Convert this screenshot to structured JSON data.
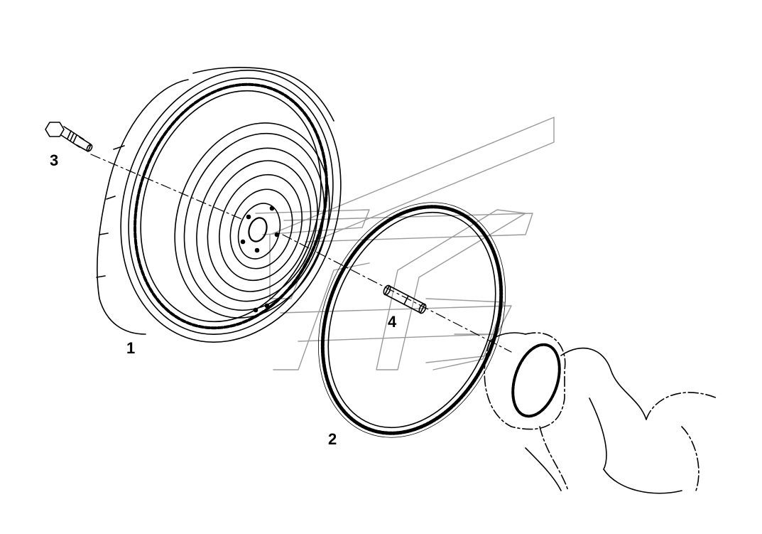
{
  "callouts": {
    "torque_converter": "1",
    "ring_gear": "2",
    "bolt": "3",
    "dowel_pin": "4"
  },
  "colors": {
    "line": "#000000",
    "watermark": "#9a9a9a",
    "background": "#ffffff"
  }
}
